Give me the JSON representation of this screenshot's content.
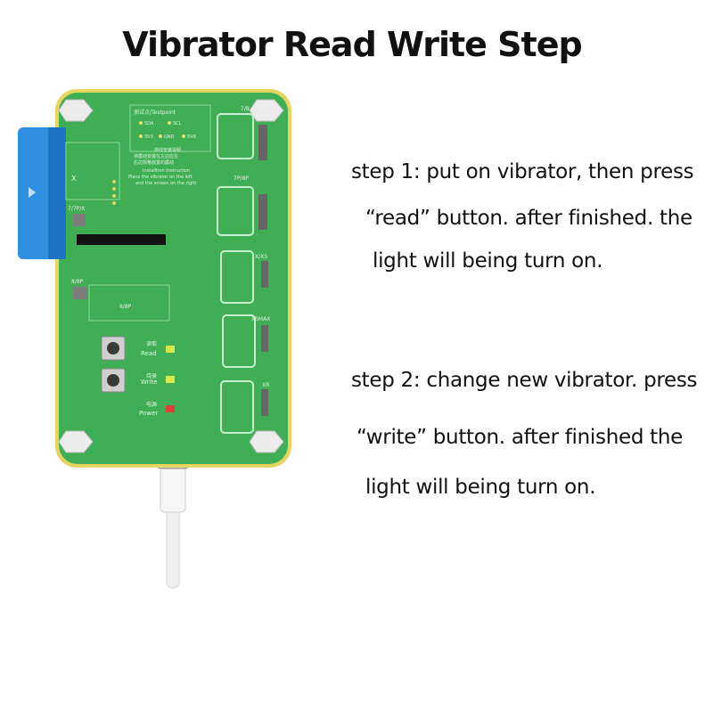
{
  "title": "Vibrator Read Write Step",
  "steps": [
    {
      "lines": [
        "step 1: put on vibrator, then press",
        "“read” button. after finished. the",
        "light will being turn on."
      ]
    },
    {
      "lines": [
        "step 2: change new vibrator. press",
        "“write” button. after finished the",
        "light will being turn on."
      ]
    }
  ],
  "board": {
    "testpoint_header": "测试点/Testpoint",
    "testpoints": [
      "SDA",
      "SCL",
      "3V3",
      "GND",
      "5V8"
    ],
    "install_cn_1": "排线安装说明",
    "install_cn_2": "将震动安装在左边应在",
    "install_cn_3": "右边规格放置的震动",
    "install_en_1": "Installtion Instruction",
    "install_en_2": "Place the vibrator on the left",
    "install_en_3": "and the screen on the right",
    "left_labels": [
      "X",
      "7/7P/X",
      "8/8P",
      "8/8P"
    ],
    "slot_labels": [
      "7/8",
      "7P/8P",
      "X/XS",
      "XSMAX",
      "XR"
    ],
    "buttons": [
      {
        "cn": "读取",
        "en": "Read"
      },
      {
        "cn": "烧录",
        "en": "Write"
      },
      {
        "cn": "电源",
        "en": "Power"
      }
    ],
    "colors": {
      "pcb": "#3fae55",
      "pcb_border": "#e8d66a",
      "blue_clamp": "#2f8fe0",
      "led_read": "#d8e84a",
      "led_write": "#d8e84a",
      "led_power": "#e0403a"
    }
  }
}
